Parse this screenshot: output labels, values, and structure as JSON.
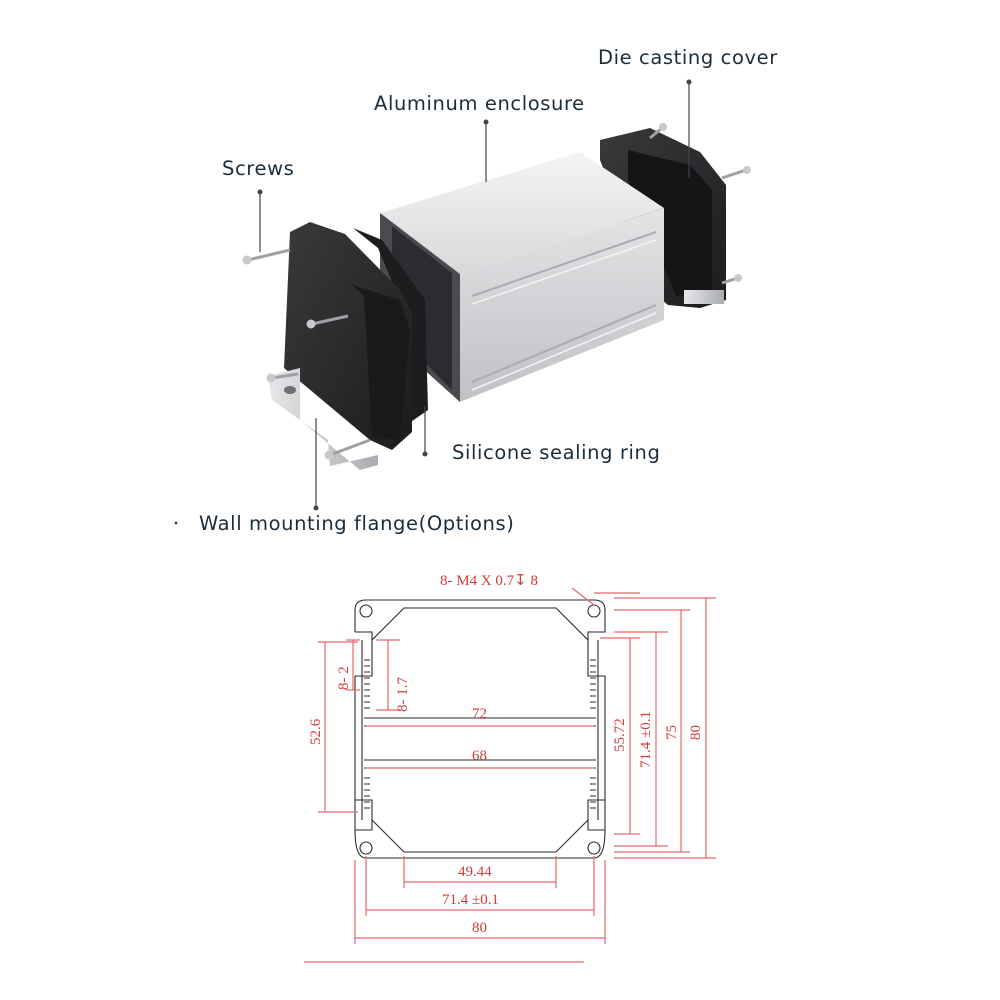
{
  "callouts": {
    "die_casting_cover": "Die casting cover",
    "aluminum_enclosure": "Aluminum enclosure",
    "screws": "Screws",
    "silicone_sealing_ring": "Silicone sealing ring",
    "wall_mounting_flange": "Wall mounting flange(Options)"
  },
  "drawing": {
    "thread_spec": "8- M4 X 0.7↧ 8",
    "fin_pitch_2": "8- 2",
    "fin_pitch_1_7": "8- 1.7",
    "height_52_6": "52.6",
    "inner_width_72": "72",
    "inner_width_68": "68",
    "height_55_72": "55.72",
    "height_71_4": "71.4 ±0.1",
    "height_75": "75",
    "height_80": "80",
    "bottom_49_44": "49.44",
    "bottom_71_4": "71.4 ±0.1",
    "bottom_80": "80"
  },
  "colors": {
    "callout_text": "#1b2d3a",
    "dimension_red": "#d43a3a",
    "enclosure_silver": "#d9dadc",
    "cover_black": "#2a2a2a"
  }
}
